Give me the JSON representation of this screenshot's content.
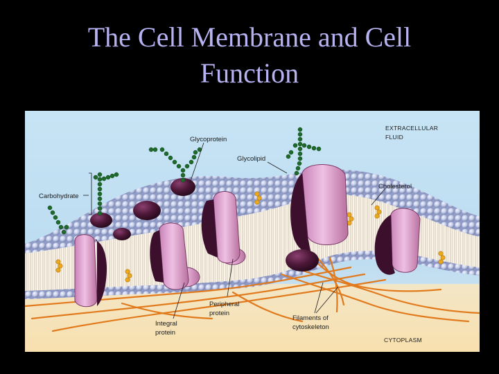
{
  "slide": {
    "title_line1": "The Cell Membrane and Cell",
    "title_line2": "Function"
  },
  "diagram": {
    "labels": {
      "extracellular_1": "EXTRACELLULAR",
      "extracellular_2": "FLUID",
      "glycoprotein": "Glycoprotein",
      "glycolipid": "Glycolipid",
      "carbohydrate": "Carbohydrate",
      "cholesterol": "Cholesterol",
      "peripheral_1": "Peripheral",
      "peripheral_2": "protein",
      "integral_1": "Integral",
      "integral_2": "protein",
      "filaments_1": "Filaments of",
      "filaments_2": "cytoskeleton",
      "cytoplasm": "CYTOPLASM"
    },
    "colors": {
      "sky": "#bcdcf0",
      "cytoplasm": "#f6e3b6",
      "lipid_head": "#c9d2ec",
      "protein_pink": "#e0a6d2",
      "protein_dark": "#4a1636",
      "carb_chain": "#1d6b2a",
      "cholesterol": "#e9a61e",
      "filament": "#e07a1c"
    }
  }
}
